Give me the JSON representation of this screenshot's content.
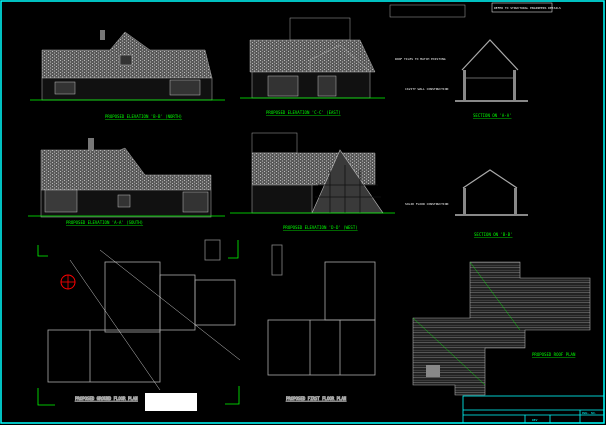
{
  "drawing": {
    "colors": {
      "background": "#000000",
      "border": "#00ffff",
      "labels": "#00ff00",
      "north": "#ff0000",
      "linework": "#9a9a9a"
    },
    "labels": {
      "elev_north": "PROPOSED ELEVATION 'B-B' (NORTH)",
      "elev_east": "PROPOSED ELEVATION 'C-C' (EAST)",
      "elev_south": "PROPOSED ELEVATION 'A-A' (SOUTH)",
      "elev_west": "PROPOSED ELEVATION 'D-D' (WEST)",
      "section_a": "SECTION ON 'A-A'",
      "section_b": "SECTION ON 'B-B'",
      "ground_plan": "PROPOSED GROUND FLOOR PLAN",
      "first_plan": "PROPOSED FIRST FLOOR PLAN",
      "roof_plan": "PROPOSED ROOF PLAN"
    },
    "notes": {
      "header_note": "REFER TO STRUCTURAL ENGINEERS DETAILS",
      "roof_note": "ROOF TILES TO MATCH EXISTING",
      "wall_note": "CAVITY WALL CONSTRUCTION",
      "floor_note": "SOLID FLOOR CONSTRUCTION"
    },
    "title_block": {
      "dwg_no_label": "DWG. NO.",
      "rev_label": "REV"
    }
  }
}
